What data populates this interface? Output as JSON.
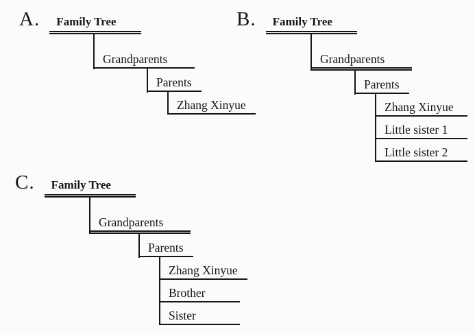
{
  "page": {
    "background": "#fcfbf9",
    "ink": "#151515"
  },
  "options": [
    {
      "label": "A.",
      "title": "Family Tree",
      "levels": {
        "grandparents": "Grandparents",
        "parents": "Parents"
      },
      "children": [
        "Zhang Xinyue"
      ]
    },
    {
      "label": "B.",
      "title": "Family Tree",
      "levels": {
        "grandparents": "Grandparents",
        "parents": "Parents"
      },
      "children": [
        "Zhang Xinyue",
        "Little sister 1",
        "Little sister 2"
      ]
    },
    {
      "label": "C.",
      "title": "Family Tree",
      "levels": {
        "grandparents": "Grandparents",
        "parents": "Parents"
      },
      "children": [
        "Zhang Xinyue",
        "Brother",
        "Sister"
      ]
    }
  ]
}
